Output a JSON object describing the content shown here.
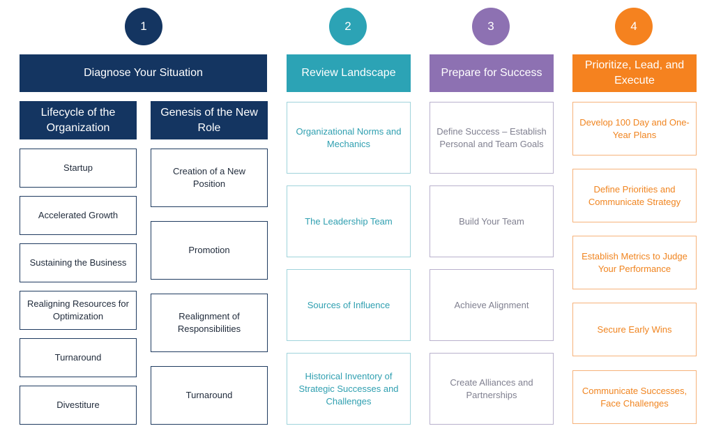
{
  "colors": {
    "navy": "#143561",
    "teal": "#2ca3b5",
    "purple": "#8d71b2",
    "orange": "#f5821f"
  },
  "steps": [
    {
      "number": "1",
      "header": "Diagnose Your Situation",
      "subheaders": [
        "Lifecycle of the Organization",
        "Genesis of the New Role"
      ],
      "lifecycle_items": [
        "Startup",
        "Accelerated Growth",
        "Sustaining the Business",
        "Realigning Resources for Optimization",
        "Turnaround",
        "Divestiture"
      ],
      "genesis_items": [
        "Creation of a New Position",
        "Promotion",
        "Realignment of Responsibilities",
        "Turnaround"
      ]
    },
    {
      "number": "2",
      "header": "Review Landscape",
      "items": [
        "Organizational Norms and Mechanics",
        "The Leadership Team",
        "Sources of Influence",
        "Historical Inventory of Strategic Successes and Challenges"
      ]
    },
    {
      "number": "3",
      "header": "Prepare for Success",
      "items": [
        "Define Success – Establish Personal and Team Goals",
        "Build Your Team",
        "Achieve Alignment",
        "Create Alliances and Partnerships"
      ]
    },
    {
      "number": "4",
      "header": "Prioritize, Lead, and Execute",
      "items": [
        "Develop 100 Day and One-Year Plans",
        "Define Priorities and Communicate Strategy",
        "Establish Metrics to Judge Your Performance",
        "Secure Early Wins",
        "Communicate Successes, Face Challenges"
      ]
    }
  ]
}
